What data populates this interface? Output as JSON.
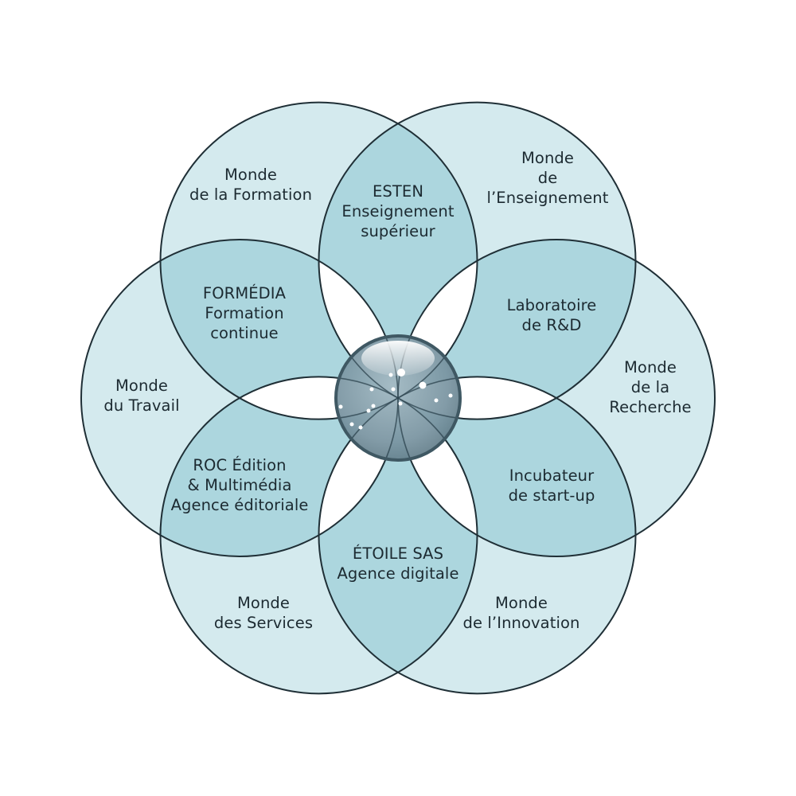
{
  "colors": {
    "outer_fill": "#d4eaee",
    "overlap_fill": "#acd6de",
    "stroke": "#1f2f36",
    "sphere_fill": "#7e9aa6",
    "background": "#ffffff"
  },
  "worlds": {
    "formation": {
      "line1": "Monde",
      "line2": "de la Formation"
    },
    "enseignement": {
      "line1": "Monde",
      "line2": "de",
      "line3": "l’Enseignement"
    },
    "recherche": {
      "line1": "Monde",
      "line2": "de la",
      "line3": "Recherche"
    },
    "innovation": {
      "line1": "Monde",
      "line2": "de l’Innovation"
    },
    "services": {
      "line1": "Monde",
      "line2": "des Services"
    },
    "travail": {
      "line1": "Monde",
      "line2": "du Travail"
    }
  },
  "entities": {
    "esten": {
      "line1": "ESTEN",
      "line2": "Enseignement",
      "line3": "supérieur"
    },
    "laboratoire": {
      "line1": "Laboratoire",
      "line2": "de R&D"
    },
    "incubateur": {
      "line1": "Incubateur",
      "line2": "de start-up"
    },
    "etoile": {
      "line1": "ÉTOILE SAS",
      "line2": "Agence digitale"
    },
    "roc": {
      "line1": "ROC Édition",
      "line2": "& Multimédia",
      "line3": "Agence éditoriale"
    },
    "formedia": {
      "line1": "FORMÉDIA",
      "line2": "Formation",
      "line3": "continue"
    }
  },
  "center_icon": "glass-sphere-star-cluster-icon"
}
